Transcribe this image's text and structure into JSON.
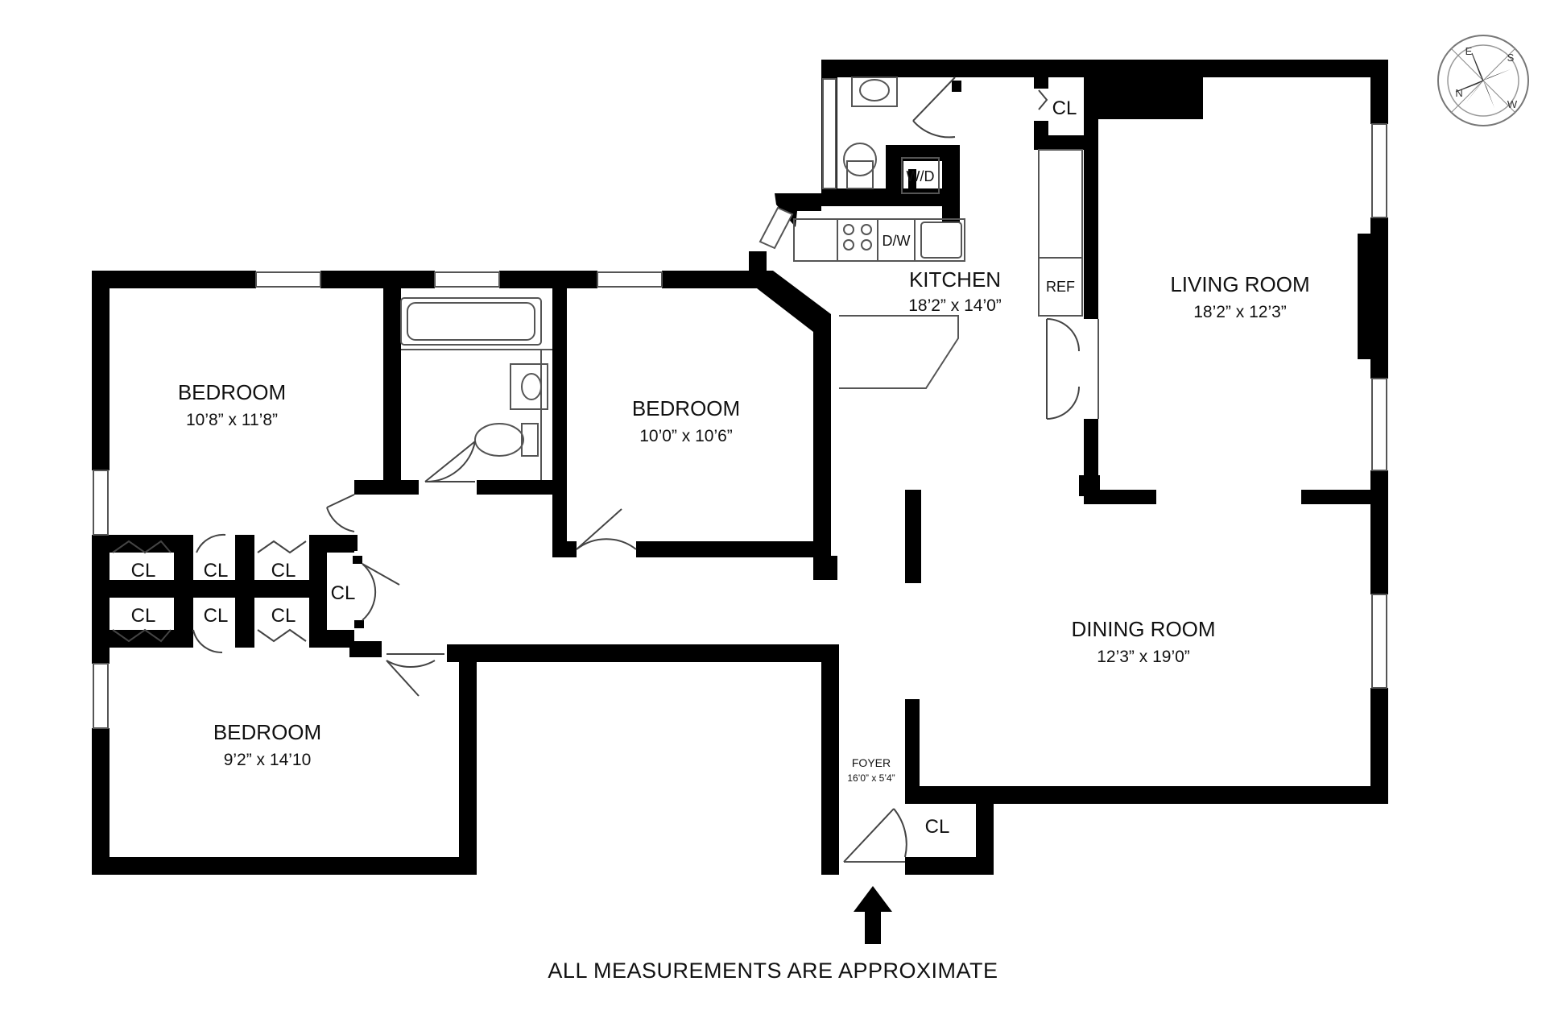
{
  "rooms": {
    "bedroom_a": {
      "label": "BEDROOM",
      "dims": "10’8” x 11’8”"
    },
    "bedroom_b": {
      "label": "BEDROOM",
      "dims": "10’0” x 10’6”"
    },
    "bedroom_c": {
      "label": "BEDROOM",
      "dims": "9’2” x 14’10"
    },
    "kitchen": {
      "label": "KITCHEN",
      "dims": "18’2” x 14’0”"
    },
    "living": {
      "label": "LIVING ROOM",
      "dims": "18’2” x 12’3”"
    },
    "dining": {
      "label": "DINING ROOM",
      "dims": "12’3” x 19’0”"
    },
    "foyer": {
      "label": "FOYER",
      "dims": "16’0” x 5’4”"
    }
  },
  "closet_label": "CL",
  "fixtures": {
    "washer_dryer": "W/D",
    "dishwasher": "D/W",
    "fridge": "REF"
  },
  "compass": {
    "n": "N",
    "e": "E",
    "s": "S",
    "w": "W"
  },
  "footer_note": "ALL MEASUREMENTS ARE APPROXIMATE",
  "colors": {
    "wall": "#000000",
    "line": "#555555",
    "background": "#ffffff"
  }
}
